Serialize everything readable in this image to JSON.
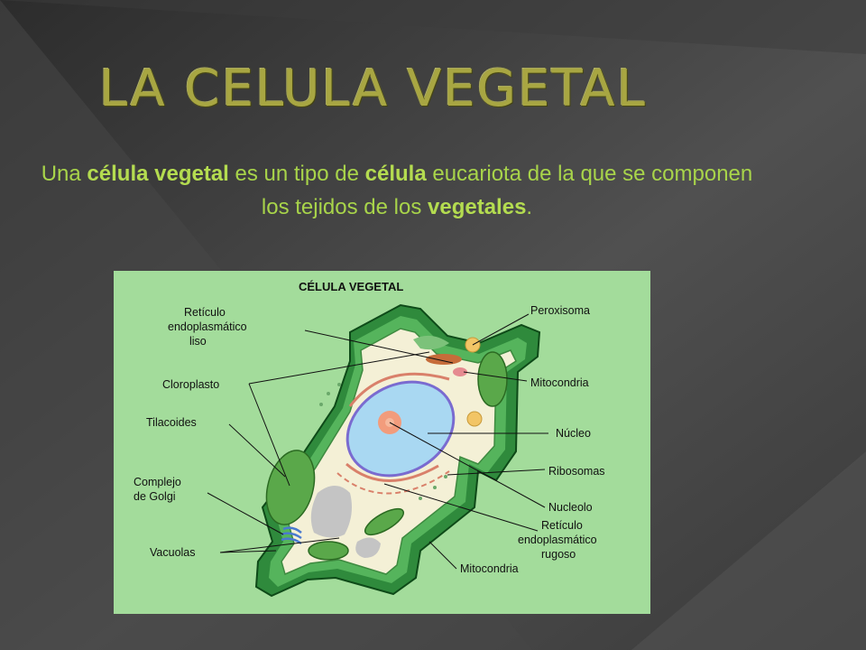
{
  "slide": {
    "title": "LA CELULA VEGETAL",
    "intro": [
      {
        "text": "Una ",
        "bold": false
      },
      {
        "text": "célula vegetal",
        "bold": true
      },
      {
        "text": " es un tipo de ",
        "bold": false
      },
      {
        "text": "célula",
        "bold": true
      },
      {
        "text": " eucariota de la que se componen los tejidos de los ",
        "bold": false
      },
      {
        "text": "vegetales",
        "bold": true
      },
      {
        "text": ".",
        "bold": false
      }
    ]
  },
  "diagram": {
    "title": "CÉLULA VEGETAL",
    "colors": {
      "panel": "#a3dc9b",
      "wall": "#2f8a3c",
      "cytoplasm": "#f4f0d6",
      "nucleus": "#a9d8f2",
      "nucleolus": "#f29c7c",
      "vacuole": "#c4c4c4",
      "chloroplast": "#5aa84a",
      "mitochondria": "#c66c3a"
    },
    "labels_left": {
      "reticulo_liso": [
        "Retículo",
        "endoplasmático",
        "liso"
      ],
      "cloroplasto": [
        "Cloroplasto"
      ],
      "tilacoides": [
        "Tilacoides"
      ],
      "golgi": [
        "Complejo",
        "de Golgi"
      ],
      "vacuolas": [
        "Vacuolas"
      ]
    },
    "labels_right": {
      "peroxisoma": [
        "Peroxisoma"
      ],
      "mitocondria_top": [
        "Mitocondria"
      ],
      "nucleo": [
        "Núcleo"
      ],
      "ribosomas": [
        "Ribosomas"
      ],
      "nucleolo": [
        "Nucleolo"
      ],
      "reticulo_rugoso": [
        "Retículo",
        "endoplasmático",
        "rugoso"
      ],
      "mitocondria_bottom": [
        "Mitocondria"
      ]
    }
  }
}
